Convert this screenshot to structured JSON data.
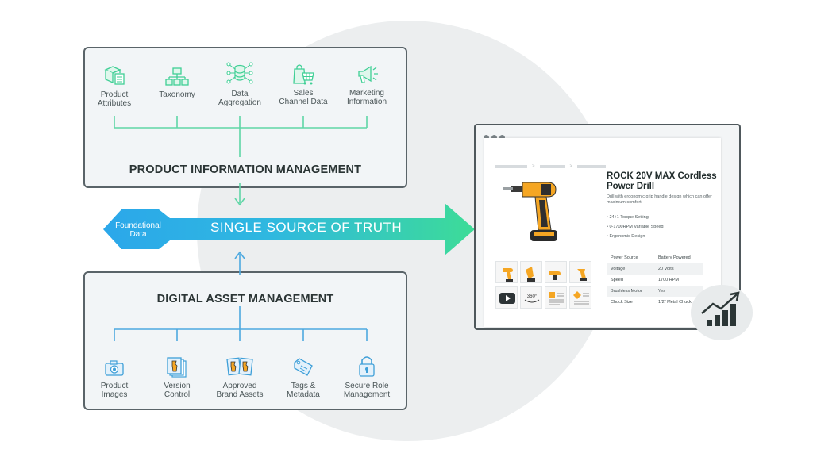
{
  "pim": {
    "title": "PRODUCT INFORMATION MANAGEMENT",
    "items": [
      {
        "label": "Product\nAttributes",
        "icon": "box-checklist-icon"
      },
      {
        "label": "Taxonomy",
        "icon": "hierarchy-icon"
      },
      {
        "label": "Data\nAggregation",
        "icon": "database-network-icon"
      },
      {
        "label": "Sales\nChannel Data",
        "icon": "shopping-bag-cart-icon"
      },
      {
        "label": "Marketing\nInformation",
        "icon": "megaphone-icon"
      }
    ]
  },
  "banner": {
    "foundational": "Foundational\nData",
    "title": "SINGLE SOURCE OF TRUTH"
  },
  "dam": {
    "title": "DIGITAL ASSET MANAGEMENT",
    "items": [
      {
        "label": "Product\nImages",
        "icon": "camera-icon"
      },
      {
        "label": "Version\nControl",
        "icon": "stacked-images-icon"
      },
      {
        "label": "Approved\nBrand Assets",
        "icon": "approved-images-icon"
      },
      {
        "label": "Tags &\nMetadata",
        "icon": "tag-icon"
      },
      {
        "label": "Secure Role\nManagement",
        "icon": "padlock-icon"
      }
    ]
  },
  "product": {
    "title": "ROCK 20V MAX Cordless Power Drill",
    "description": "Drill with ergonomic grip handle design which can offer maximum comfort.",
    "features": [
      "24+1 Torque Setting",
      "0-1700RPM Variable Speed",
      "Ergonomic Design"
    ],
    "specs": [
      {
        "key": "Power Source",
        "value": "Battery Powered"
      },
      {
        "key": "Voltage",
        "value": "20 Volts"
      },
      {
        "key": "Speed",
        "value": "1700 RPM"
      },
      {
        "key": "Brushless Motor",
        "value": "Yes"
      },
      {
        "key": "Chuck Size",
        "value": "1/2\" Metal Chuck"
      }
    ],
    "thumb_360_label": "360°"
  },
  "colors": {
    "accent_green": "#3ddc97",
    "accent_blue": "#2ba7ea",
    "drill_yellow": "#f5a623",
    "connector_blue": "#4da9e0",
    "connector_green": "#5fd6a6"
  }
}
